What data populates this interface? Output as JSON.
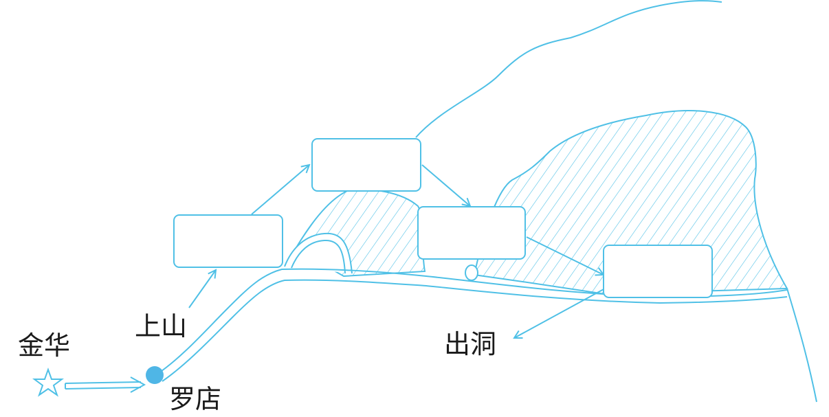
{
  "diagram": {
    "stroke_color": "#4fc0e6",
    "labels": {
      "jinhua": "金华",
      "luodian": "罗店",
      "shangshan": "上山",
      "chudong": "出洞"
    },
    "boxes": [
      "",
      "",
      "",
      ""
    ],
    "icons": {
      "start": "star-icon",
      "waypoint": "dot-icon"
    }
  }
}
